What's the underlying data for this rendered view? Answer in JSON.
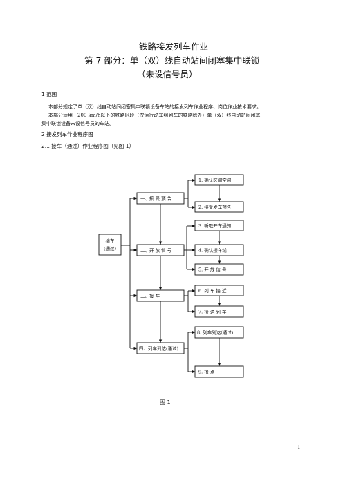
{
  "doc": {
    "title_line1": "铁路接发列车作业",
    "title_line2": "第 7 部分：单（双）线自动站间闭塞集中联锁",
    "title_line3": "（未设信号员）",
    "section1_heading": "1  范围",
    "section1_para1": "本部分规定了单（双）线自动站间闭塞集中联锁设备车站的接发列车作业程序、岗位作业技术要求。",
    "section1_para2_line1": "本部分适用于200 km/h以下的铁路区段（仅运行动车组列车的铁路除外）单（双）线自动站间闭塞",
    "section1_para2_line2": "集中联锁设备未设信号员的车站。",
    "section2_heading": "2  接发列车作业程序图",
    "section21_heading": "2.1    接车（通过）作业程序图（见图 1）",
    "figure_caption": "图    1",
    "page_number": "1"
  },
  "flowchart": {
    "root": [
      "接车",
      "(通过)"
    ],
    "stages": [
      "一、接  受  预  告",
      "二、开  放  信  号",
      "三、接          车",
      "四、列车到达(通过)"
    ],
    "steps": [
      "1. 确认区间空闲",
      "2. 接受发车预告",
      "3. 听取开车通知",
      "4. 确认接车线",
      "5. 开  放  信  号",
      "6. 列  车  接  近",
      "7. 接  送  列  车",
      "8. 列车到达(通过)",
      "9. 报          点"
    ]
  }
}
